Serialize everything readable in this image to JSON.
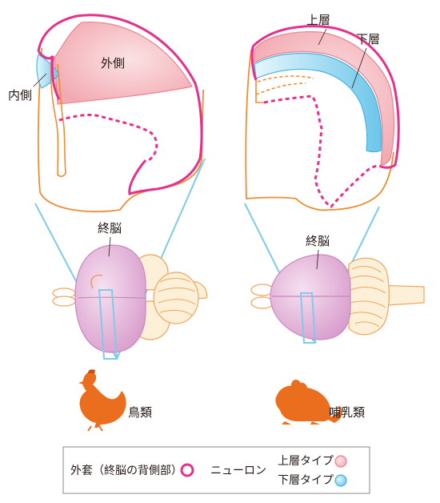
{
  "labels": {
    "medial": "内側",
    "lateral": "外側",
    "upper_layer": "上層",
    "lower_layer": "下層",
    "telencephalon_bird": "終脳",
    "telencephalon_mammal": "終脳",
    "bird": "鳥類",
    "mammal": "哺乳類"
  },
  "legend": {
    "pallium": "外套（終脳の背側部）",
    "neuron": "ニューロン",
    "upper_type": "上層タイプ",
    "lower_type": "下層タイプ"
  },
  "colors": {
    "pallium_magenta": "#e4328c",
    "outline_orange": "#f08c30",
    "upper_pink": "#f5c0c4",
    "lower_blue": "#7fd0ee",
    "telencephalon_purple": "#e8b4dc",
    "projection_blue": "#7ecbea",
    "animal_orange": "#ea6e1e",
    "cerebellum_cream": "#fdf0d8"
  },
  "icons": {
    "bird": "chicken-silhouette-icon",
    "mammal": "mouse-silhouette-icon"
  }
}
